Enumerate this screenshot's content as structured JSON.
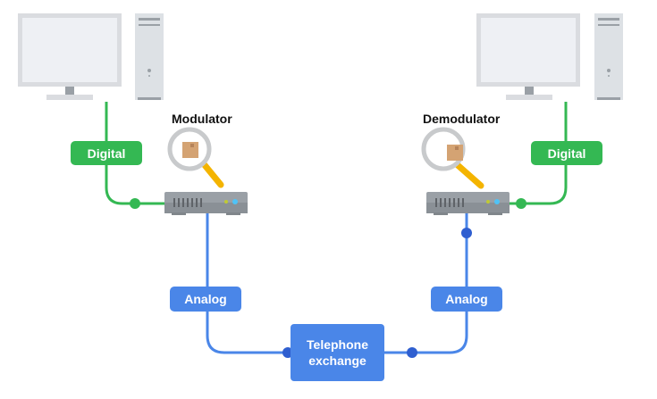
{
  "diagram": {
    "left_station": {
      "title": "Modulator",
      "link_label": "Digital",
      "line_label": "Analog"
    },
    "right_station": {
      "title": "Demodulator",
      "link_label": "Digital",
      "line_label": "Analog"
    },
    "exchange": {
      "line1": "Telephone",
      "line2": "exchange"
    },
    "colors": {
      "digital": "#34b853",
      "analog": "#4a86e8",
      "node_dark_blue": "#2f5fd0",
      "computer_gray": "#dcdfe3",
      "modem_gray": "#9aa0a6"
    }
  }
}
